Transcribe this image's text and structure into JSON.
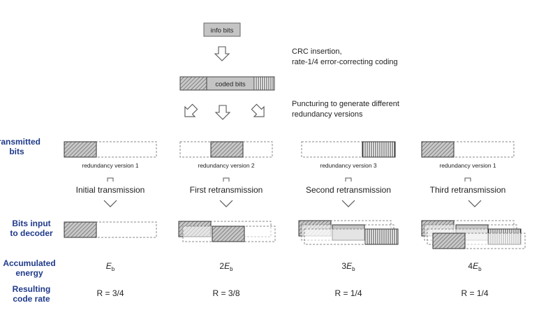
{
  "top": {
    "info_bits": "info bits",
    "coded_bits": "coded bits",
    "step1_line1": "CRC insertion,",
    "step1_line2": "rate-1/4 error-correcting coding",
    "step2_line1": "Puncturing to generate different",
    "step2_line2": "redundancy versions"
  },
  "row_labels": {
    "transmitted_line1": "Transmitted",
    "transmitted_line2": "bits",
    "decoder_line1": "Bits input",
    "decoder_line2": "to decoder",
    "energy_line1": "Accumulated",
    "energy_line2": "energy",
    "rate_line1": "Resulting",
    "rate_line2": "code rate"
  },
  "columns": [
    {
      "redundancy_version": "redundancy version 1",
      "transmission": "Initial transmission",
      "energy_coef": "",
      "energy_symbol": "E",
      "energy_sub": "b",
      "code_rate": "R = 3/4"
    },
    {
      "redundancy_version": "redundancy version 2",
      "transmission": "First retransmission",
      "energy_coef": "2",
      "energy_symbol": "E",
      "energy_sub": "b",
      "code_rate": "R = 3/8"
    },
    {
      "redundancy_version": "redundancy version 3",
      "transmission": "Second retransmission",
      "energy_coef": "3",
      "energy_symbol": "E",
      "energy_sub": "b",
      "code_rate": "R = 1/4"
    },
    {
      "redundancy_version": "redundancy version 1",
      "transmission": "Third retransmission",
      "energy_coef": "4",
      "energy_symbol": "E",
      "energy_sub": "b",
      "code_rate": "R = 1/4"
    }
  ],
  "colors": {
    "label_blue": "#1f3a8a",
    "box_gray": "#bfbfbf",
    "line": "#333333"
  }
}
